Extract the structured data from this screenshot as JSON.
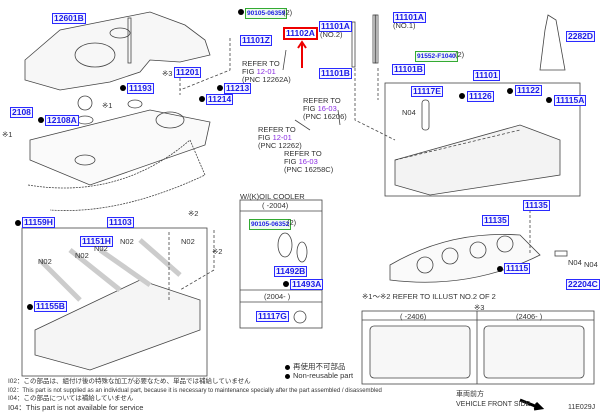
{
  "diagram_id": "11E029J",
  "parts": {
    "p12601B": "12601B",
    "p90105_06359": "90105-06359",
    "p90105_06359_qty": "(2)",
    "p11102A": "11102A",
    "p11101Z": "11101Z",
    "p11101A_2": "11101A",
    "no2": "(NO.2)",
    "p11101A_1": "11101A",
    "no1": "(NO.1)",
    "p2282D": "2282D",
    "p91552": "91552-F1040",
    "p91552_qty": "(2)",
    "p11101B_a": "11101B",
    "p11101B_b": "11101B",
    "p11101": "11101",
    "p11201": "11201",
    "p11193": "11193",
    "p11213": "11213",
    "p11214": "11214",
    "p2108": "2108",
    "p12108A": "12108A",
    "p11117E": "11117E",
    "p11126": "11126",
    "p11122": "11122",
    "p11115A": "11115A",
    "n04": "N04",
    "p90105_06352": "90105-06352",
    "p90105_06352_qty": "(2)",
    "p11492B": "11492B",
    "p11493A": "11493A",
    "p11117G": "11117G",
    "p11159H": "11159H",
    "p11103": "11103",
    "p11151H": "11151H",
    "n02": "N02",
    "p11155B": "11155B",
    "p11135a": "11135",
    "p11135b": "11135",
    "p11115": "11115",
    "p22204C": "22204C"
  },
  "marks": {
    "m1": "※1",
    "m2": "※2",
    "m3": "※3"
  },
  "refs": [
    {
      "l1": "REFER TO",
      "fig": "FIG",
      "num": "12-01",
      "pnc": "(PNC 12262A)"
    },
    {
      "l1": "REFER TO",
      "fig": "FIG",
      "num": "12-01",
      "pnc": "(PNC 12262)"
    },
    {
      "l1": "REFER TO",
      "fig": "FIG",
      "num": "16-03",
      "pnc": "(PNC 16206)"
    },
    {
      "l1": "REFER TO",
      "fig": "FIG",
      "num": "16-03",
      "pnc": "(PNC 16258C)"
    }
  ],
  "oil_cooler": {
    "title": "W/(K)OIL COOLER",
    "row1": "(      -2004)",
    "row2": "(2004-      )"
  },
  "illust_note": "※1〜※2 REFER TO ILLUST NO.2 OF 2",
  "cover_table": {
    "col1": "(      -2406)",
    "col2": "(2406-      )"
  },
  "legend": {
    "jp": "再使用不可部品",
    "en": "Non-reusable part"
  },
  "notes": [
    "I02：この部品は、組付け後の特殊な加工が必要なため、単品では補給していません",
    "I02：This part is not supplied as an individual part, because it is necessary to maintenance specially after the part assembled / disassembled",
    "I04：この部品については補給していません",
    "I04：This part is not available for service"
  ],
  "front": {
    "jp": "車両前方",
    "en": "VEHICLE FRONT SIDE"
  },
  "colors": {
    "link": "#1a1ae6",
    "std_part": "#33aa33",
    "highlight": "#ee0000",
    "fig_ref": "#8a2be2"
  }
}
